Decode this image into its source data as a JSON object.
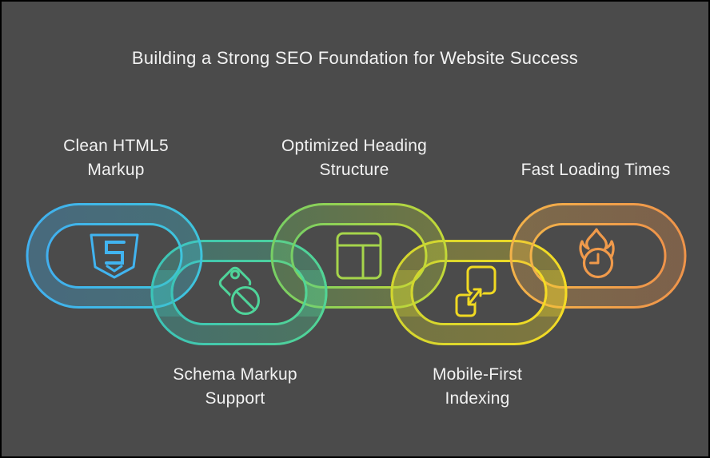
{
  "title": "Building a Strong SEO Foundation for Website Success",
  "colors": {
    "background": "#4b4b4b",
    "border": "#000000",
    "text": "#f2f2f2"
  },
  "chain": {
    "links": [
      {
        "name": "clean-html5-markup",
        "label": "Clean HTML5 Markup",
        "line1": "Clean HTML5",
        "line2": "Markup",
        "icon": "html5-shield-icon",
        "row": "top",
        "color_start": "#41b0ef",
        "color_end": "#3ec4dc",
        "icon_color": "#41b4f0"
      },
      {
        "name": "schema-markup-support",
        "label": "Schema Markup Support",
        "line1": "Schema Markup",
        "line2": "Support",
        "icon": "tag-blocked-icon",
        "row": "bottom",
        "color_start": "#3cc4b8",
        "color_end": "#52d495",
        "icon_color": "#4fd49a"
      },
      {
        "name": "optimized-heading-structure",
        "label": "Optimized Heading Structure",
        "line1": "Optimized Heading",
        "line2": "Structure",
        "icon": "layout-heading-icon",
        "row": "top",
        "color_start": "#77cf65",
        "color_end": "#c3d837",
        "icon_color": "#a6d54b"
      },
      {
        "name": "mobile-first-indexing",
        "label": "Mobile-First Indexing",
        "line1": "Mobile-First",
        "line2": "Indexing",
        "icon": "mobile-resize-icon",
        "row": "bottom",
        "color_start": "#d2d62f",
        "color_end": "#f4db25",
        "icon_color": "#f0d922"
      },
      {
        "name": "fast-loading-times",
        "label": "Fast Loading Times",
        "line1": "Fast Loading Times",
        "line2": "",
        "icon": "flame-timer-icon",
        "row": "top",
        "color_start": "#f2b24a",
        "color_end": "#ef944a",
        "icon_color": "#f09a4b"
      }
    ]
  }
}
